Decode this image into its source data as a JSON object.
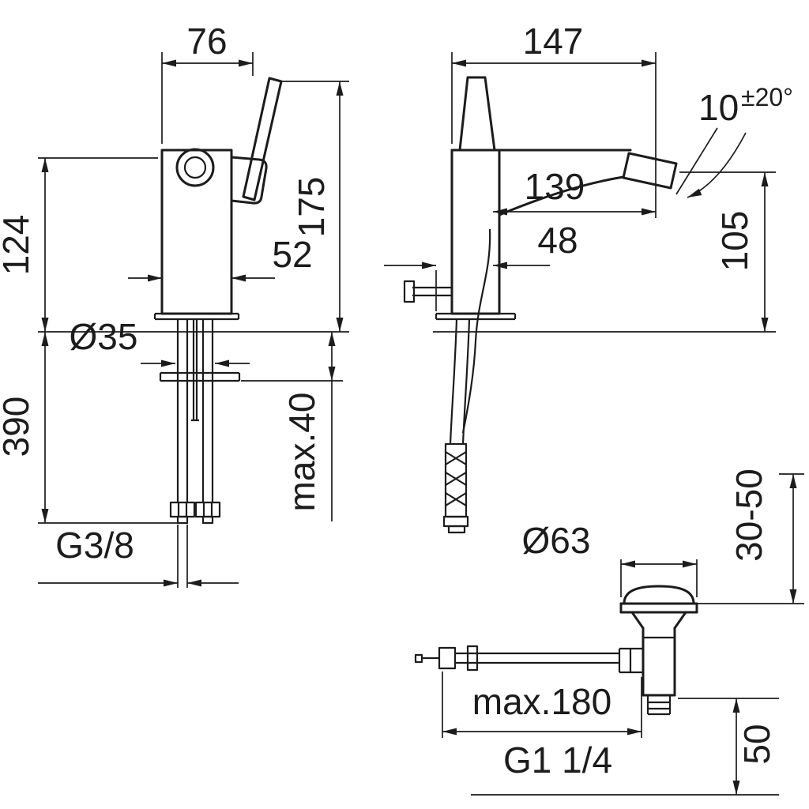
{
  "meta": {
    "colors": {
      "line": "#1c1c1c",
      "bg": "#ffffff"
    }
  },
  "front_view": {
    "dims": {
      "top_width": "76",
      "height_to_spout": "124",
      "height_overall": "175",
      "body_depth": "52",
      "mounting_hole_dia": "Ø35",
      "hose_length": "390",
      "deck_thickness_max": "max.40",
      "supply_thread": "G3/8"
    }
  },
  "side_view": {
    "dims": {
      "depth_overall": "147",
      "spout_reach": "139",
      "waste_knob_offset": "48",
      "outlet_height": "105",
      "spray_angle": "10",
      "spray_angle_tolerance": "±20°"
    }
  },
  "drain_view": {
    "dims": {
      "plug_dia": "Ø63",
      "deck_thickness_range": "30-50",
      "rod_length_max": "max.180",
      "tail_length": "50",
      "waste_thread": "G1 1/4"
    }
  }
}
